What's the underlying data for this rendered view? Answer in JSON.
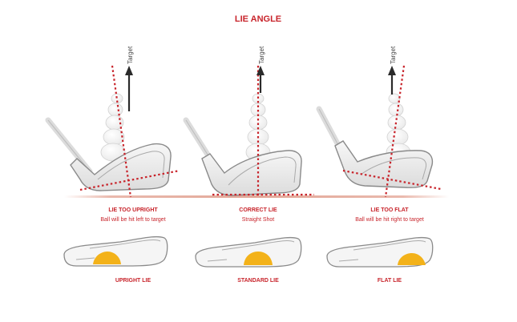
{
  "title": "LIE ANGLE",
  "arrow_label": "Target",
  "panels": [
    {
      "label": "LIE TOO UPRIGHT",
      "sub": "Ball will be hit left to target",
      "sole_label": "UPRIGHT LIE"
    },
    {
      "label": "CORRECT LIE",
      "sub": "Straight Shot",
      "sole_label": "STANDARD LIE"
    },
    {
      "label": "LIE TOO FLAT",
      "sub": "Ball will be hit right to target",
      "sole_label": "FLAT LIE"
    }
  ],
  "colors": {
    "accent": "#c8242b",
    "arrow": "#2b2b2b",
    "club_fill": "#ececec",
    "club_stroke": "#8a8a8a",
    "impact": "#f3b21a",
    "ground": "#e6b2a5"
  }
}
